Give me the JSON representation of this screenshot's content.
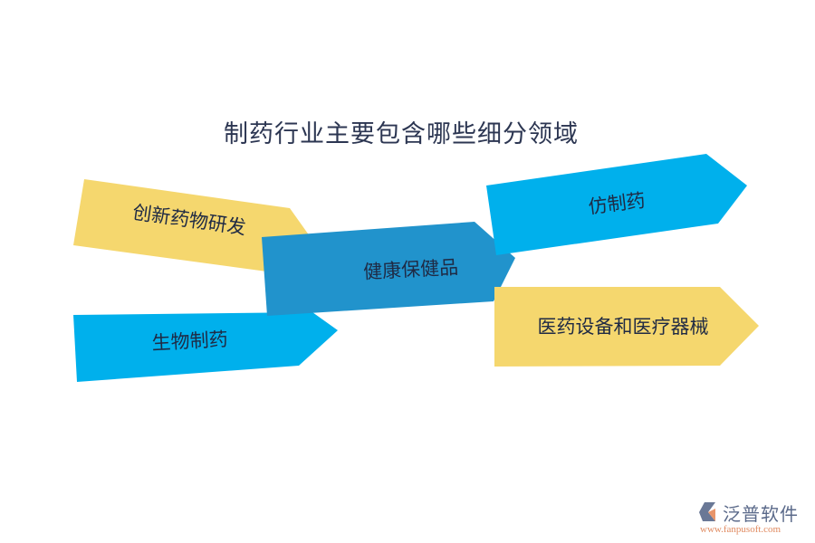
{
  "title": "制药行业主要包含哪些细分领域",
  "items": [
    {
      "label": "创新药物研发",
      "color": "#f5d76e"
    },
    {
      "label": "生物制药",
      "color": "#00b0ec"
    },
    {
      "label": "健康保健品",
      "color": "#2193cc"
    },
    {
      "label": "仿制药",
      "color": "#00b0ec"
    },
    {
      "label": "医药设备和医疗器械",
      "color": "#f5d76e"
    }
  ],
  "logo": {
    "name": "泛普软件",
    "url": "www.fanpusoft.com"
  }
}
